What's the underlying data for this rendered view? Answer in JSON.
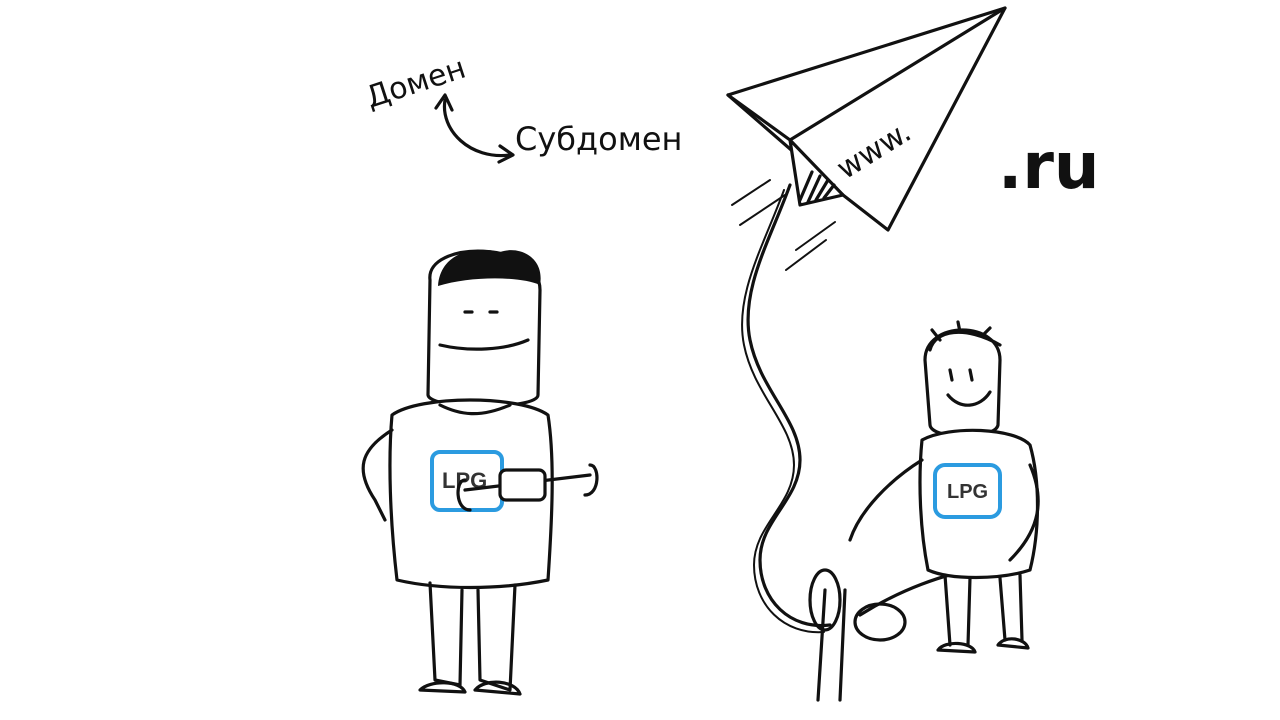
{
  "labels": {
    "domain": "Домен",
    "subdomain": "Субдомен",
    "www": "www.",
    "tld": ".ru"
  },
  "left_character": {
    "shirt_logo": "LPG"
  },
  "right_character": {
    "shirt_logo": "LPG"
  },
  "colors": {
    "ink": "#111111",
    "background": "#ffffff",
    "logo_blue": "#2b9be0"
  }
}
